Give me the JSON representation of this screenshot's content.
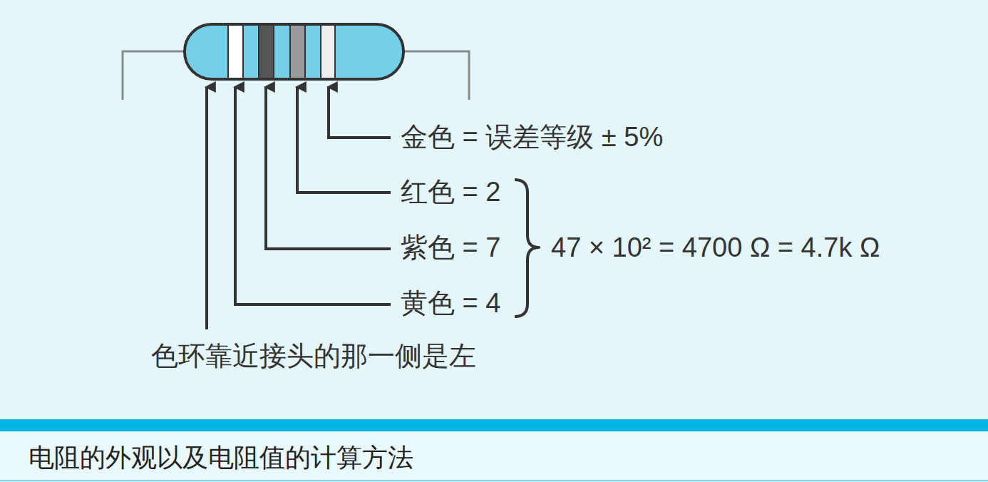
{
  "diagram": {
    "caption": "电阻的外观以及电阻值的计算方法",
    "labels": [
      "金色 = 误差等级 ± 5%",
      "红色 = 2",
      "紫色 = 7",
      "黄色 = 4",
      "47 × 10² = 4700 Ω = 4.7k Ω",
      "色环靠近接头的那一侧是左"
    ]
  }
}
